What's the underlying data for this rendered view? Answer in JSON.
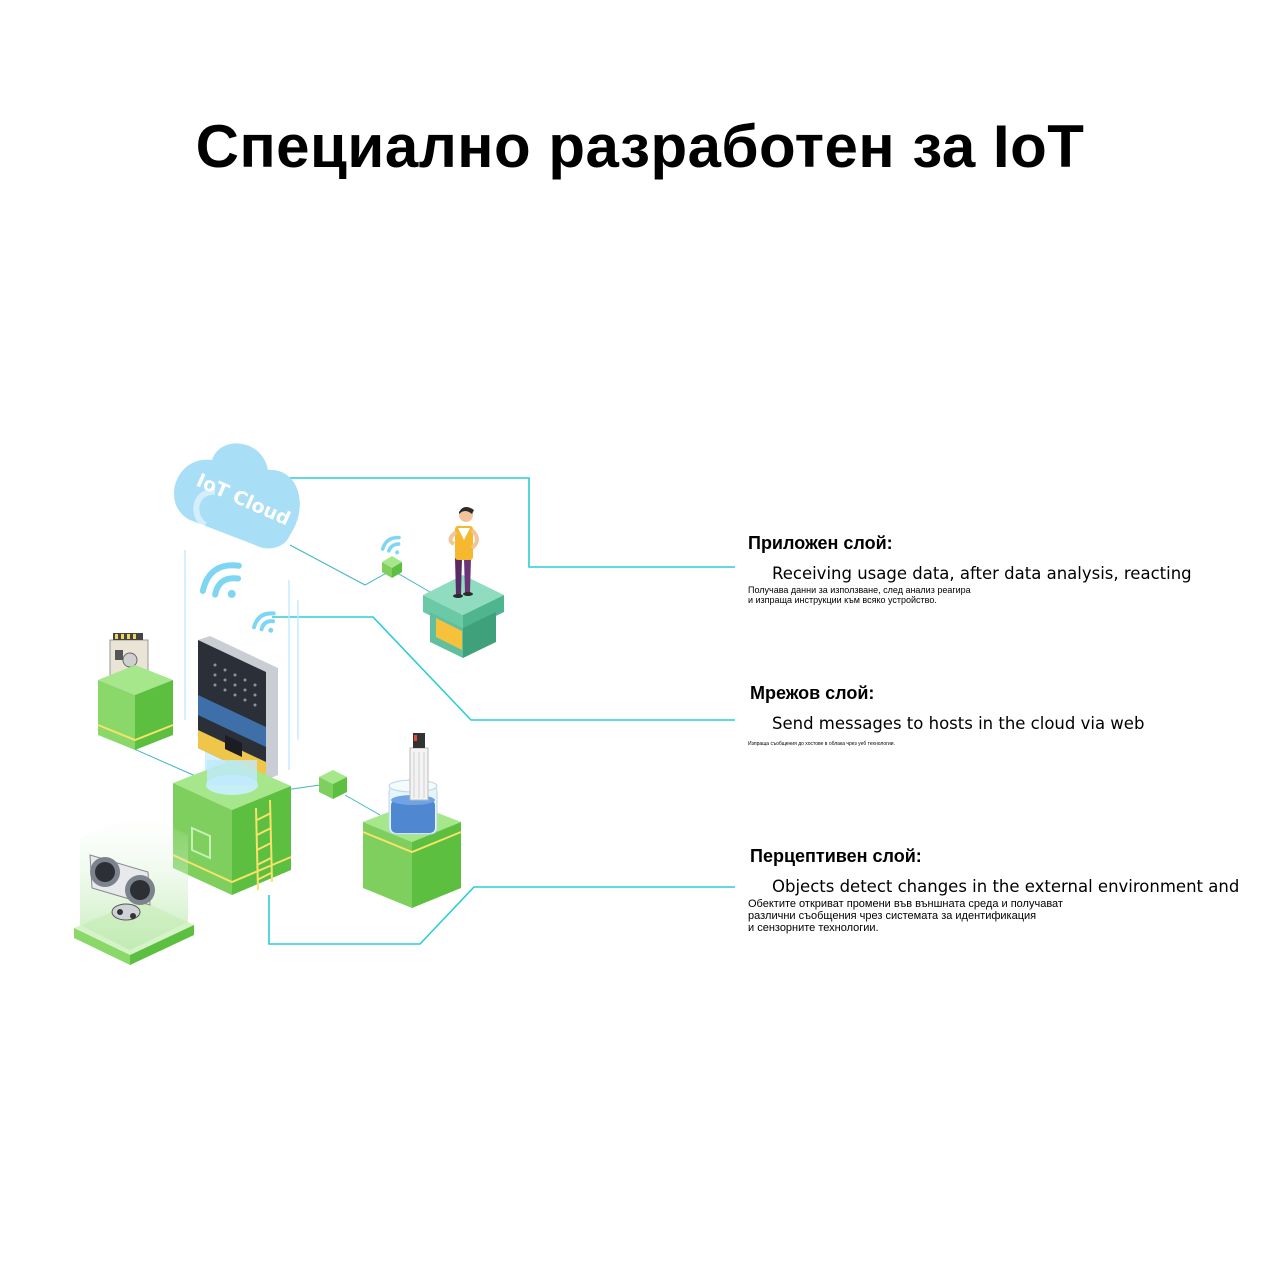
{
  "title": "Специално разработен за IoT",
  "diagram": {
    "cloud_label": "IoT Cloud",
    "colors": {
      "connector": "#2ccdd6",
      "cloud": "#a8def6",
      "cube_top": "#a5e78a",
      "cube_left": "#7ecf5e",
      "cube_right": "#5cbf40",
      "accent_yellow": "#f7e26a",
      "teal_box": "#5fbf9f"
    },
    "layers": [
      {
        "heading": "Приложен слой:",
        "english": "Receiving usage data, after data analysis, reacting",
        "bulgarian": "Получава данни за използване, след анализ реагира\nи изпраща инструкции към всяко устройство."
      },
      {
        "heading": "Мрежов слой:",
        "english": "Send messages to hosts in the cloud via web",
        "bulgarian": "Изпраща съобщения до хостове в облака чрез уеб технологии."
      },
      {
        "heading": "Перцептивен слой:",
        "english": "Objects detect changes in the external environment and",
        "bulgarian": "Обектите откриват промени във външната среда и получават\nразлични съобщения чрез системата за идентификация\nи сензорните технологии."
      }
    ]
  }
}
